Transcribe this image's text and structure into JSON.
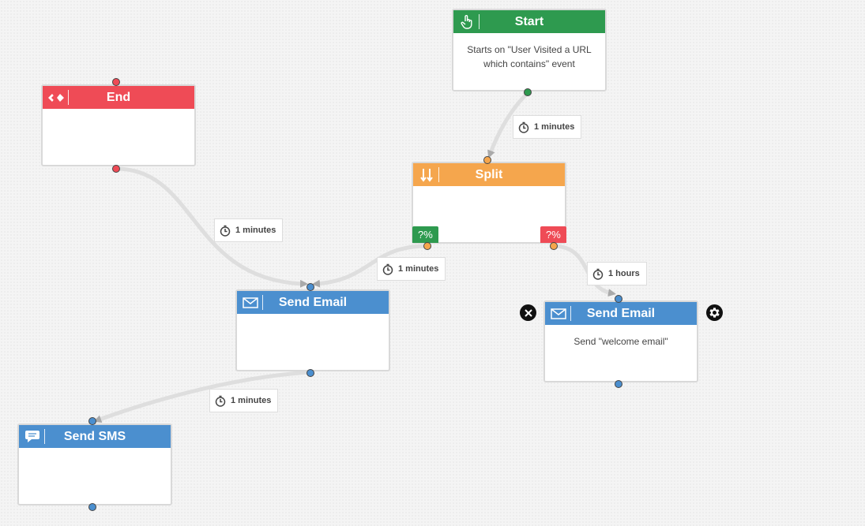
{
  "nodes": {
    "start": {
      "title": "Start",
      "icon": "hand-pointer-icon",
      "description": "Starts on \"User Visited a URL which contains\" event",
      "color": "#2e9a4f"
    },
    "end": {
      "title": "End",
      "icon": "flag-icon",
      "description": "",
      "color": "#ef4b56"
    },
    "split": {
      "title": "Split",
      "icon": "split-arrows-icon",
      "description": "",
      "color": "#f5a64d",
      "branches": [
        {
          "label": "?%",
          "color": "#2e9a4f"
        },
        {
          "label": "?%",
          "color": "#ef4b56"
        }
      ]
    },
    "send_email_1": {
      "title": "Send Email",
      "icon": "envelope-icon",
      "description": "",
      "color": "#4b8fcf"
    },
    "send_email_2": {
      "title": "Send Email",
      "icon": "envelope-icon",
      "description": "Send \"welcome email\"",
      "color": "#4b8fcf"
    },
    "send_sms": {
      "title": "Send SMS",
      "icon": "chat-bubble-icon",
      "description": "",
      "color": "#4b8fcf"
    }
  },
  "connections": [
    {
      "from": "start",
      "to": "split",
      "delay": "1 minutes"
    },
    {
      "from": "end",
      "to": "send_email_1",
      "delay": "1 minutes"
    },
    {
      "from": "split",
      "to": "send_email_1",
      "delay": "1 minutes"
    },
    {
      "from": "split",
      "to": "send_email_2",
      "delay": "1 hours"
    },
    {
      "from": "send_email_1",
      "to": "send_sms",
      "delay": "1 minutes"
    }
  ],
  "node_actions": {
    "delete_icon": "close-icon",
    "settings_icon": "gear-icon"
  }
}
